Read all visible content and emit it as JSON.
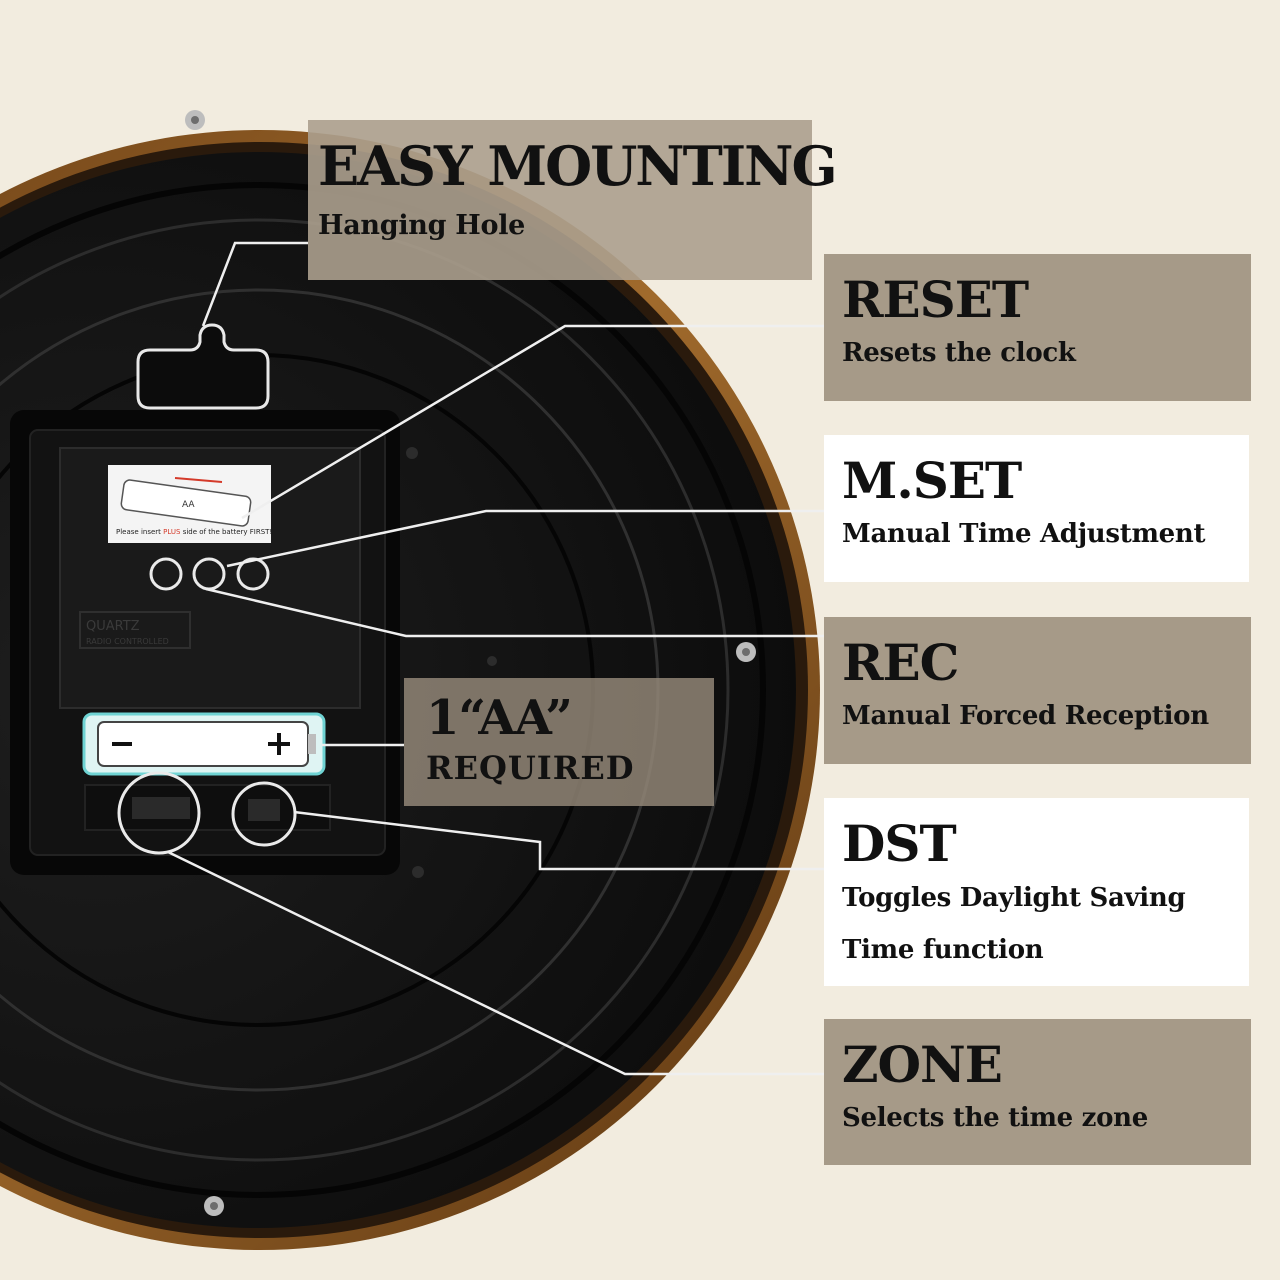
{
  "callouts": {
    "mounting": {
      "title": "EASY MOUNTING",
      "subtitle": "Hanging Hole"
    },
    "reset": {
      "title": "RESET",
      "subtitle": "Resets the clock"
    },
    "mset": {
      "title": "M.SET",
      "subtitle": "Manual Time Adjustment"
    },
    "rec": {
      "title": "REC",
      "subtitle": "Manual Forced Reception"
    },
    "dst": {
      "title": "DST",
      "subtitle_line1": "Toggles Daylight Saving",
      "subtitle_line2": "Time function"
    },
    "zone": {
      "title": "ZONE",
      "subtitle": "Selects the time zone"
    },
    "battery": {
      "title": "1“AA”",
      "subtitle": "REQUIRED"
    }
  },
  "label_sticker": {
    "line1": "Please insert",
    "highlight": "PLUS",
    "line2": "side of the battery FIRST!",
    "battery_text": "AA"
  },
  "movement_text": {
    "brand": "QUARTZ",
    "detail": "RADIO CONTROLLED"
  },
  "colors": {
    "background": "#f2ecdf",
    "panel_tan": "#a69a88",
    "panel_white": "#ffffff",
    "clock_body": "#141414",
    "rim": "#8a5a24"
  }
}
